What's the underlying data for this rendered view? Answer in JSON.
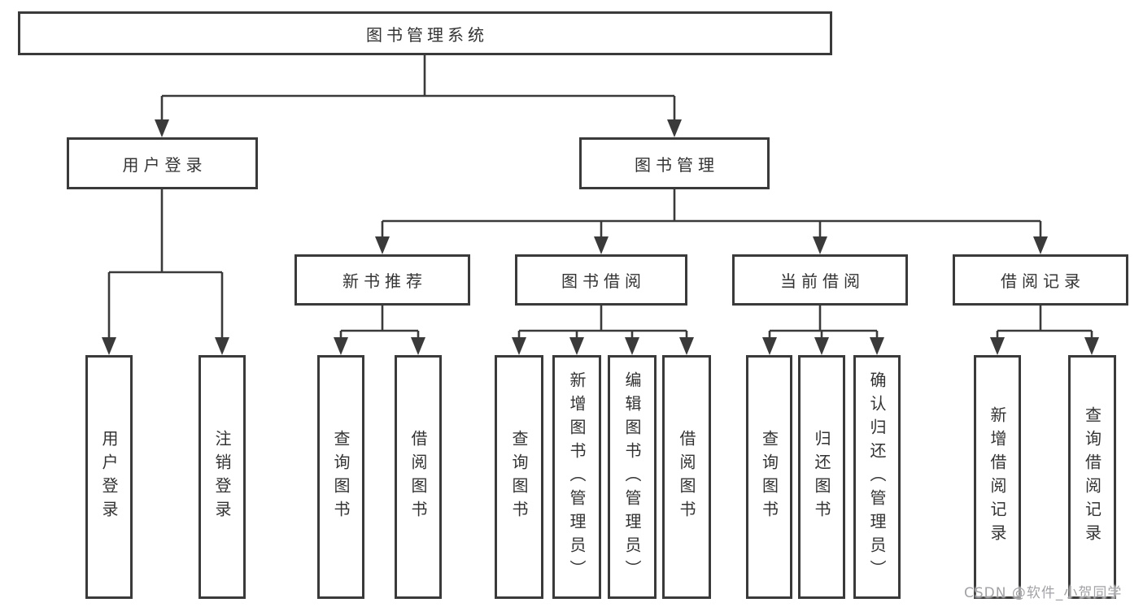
{
  "root": {
    "label": "图书管理系统",
    "children": [
      {
        "label": "用户登录",
        "children": [
          {
            "label": "用户登录"
          },
          {
            "label": "注销登录"
          }
        ]
      },
      {
        "label": "图书管理",
        "children": [
          {
            "label": "新书推荐",
            "children": [
              {
                "label": "查询图书"
              },
              {
                "label": "借阅图书"
              }
            ]
          },
          {
            "label": "图书借阅",
            "children": [
              {
                "label": "查询图书"
              },
              {
                "label": "新增图书（管理员）"
              },
              {
                "label": "编辑图书（管理员）"
              },
              {
                "label": "借阅图书"
              }
            ]
          },
          {
            "label": "当前借阅",
            "children": [
              {
                "label": "查询图书"
              },
              {
                "label": "归还图书"
              },
              {
                "label": "确认归还（管理员）"
              }
            ]
          },
          {
            "label": "借阅记录",
            "children": [
              {
                "label": "新增借阅记录"
              },
              {
                "label": "查询借阅记录"
              }
            ]
          }
        ]
      }
    ]
  },
  "watermark": "CSDN @软件_小贺同学",
  "colors": {
    "line": "#3a3a3a",
    "text": "#333333",
    "bg": "#ffffff",
    "watermark": "#a3a3a7"
  }
}
